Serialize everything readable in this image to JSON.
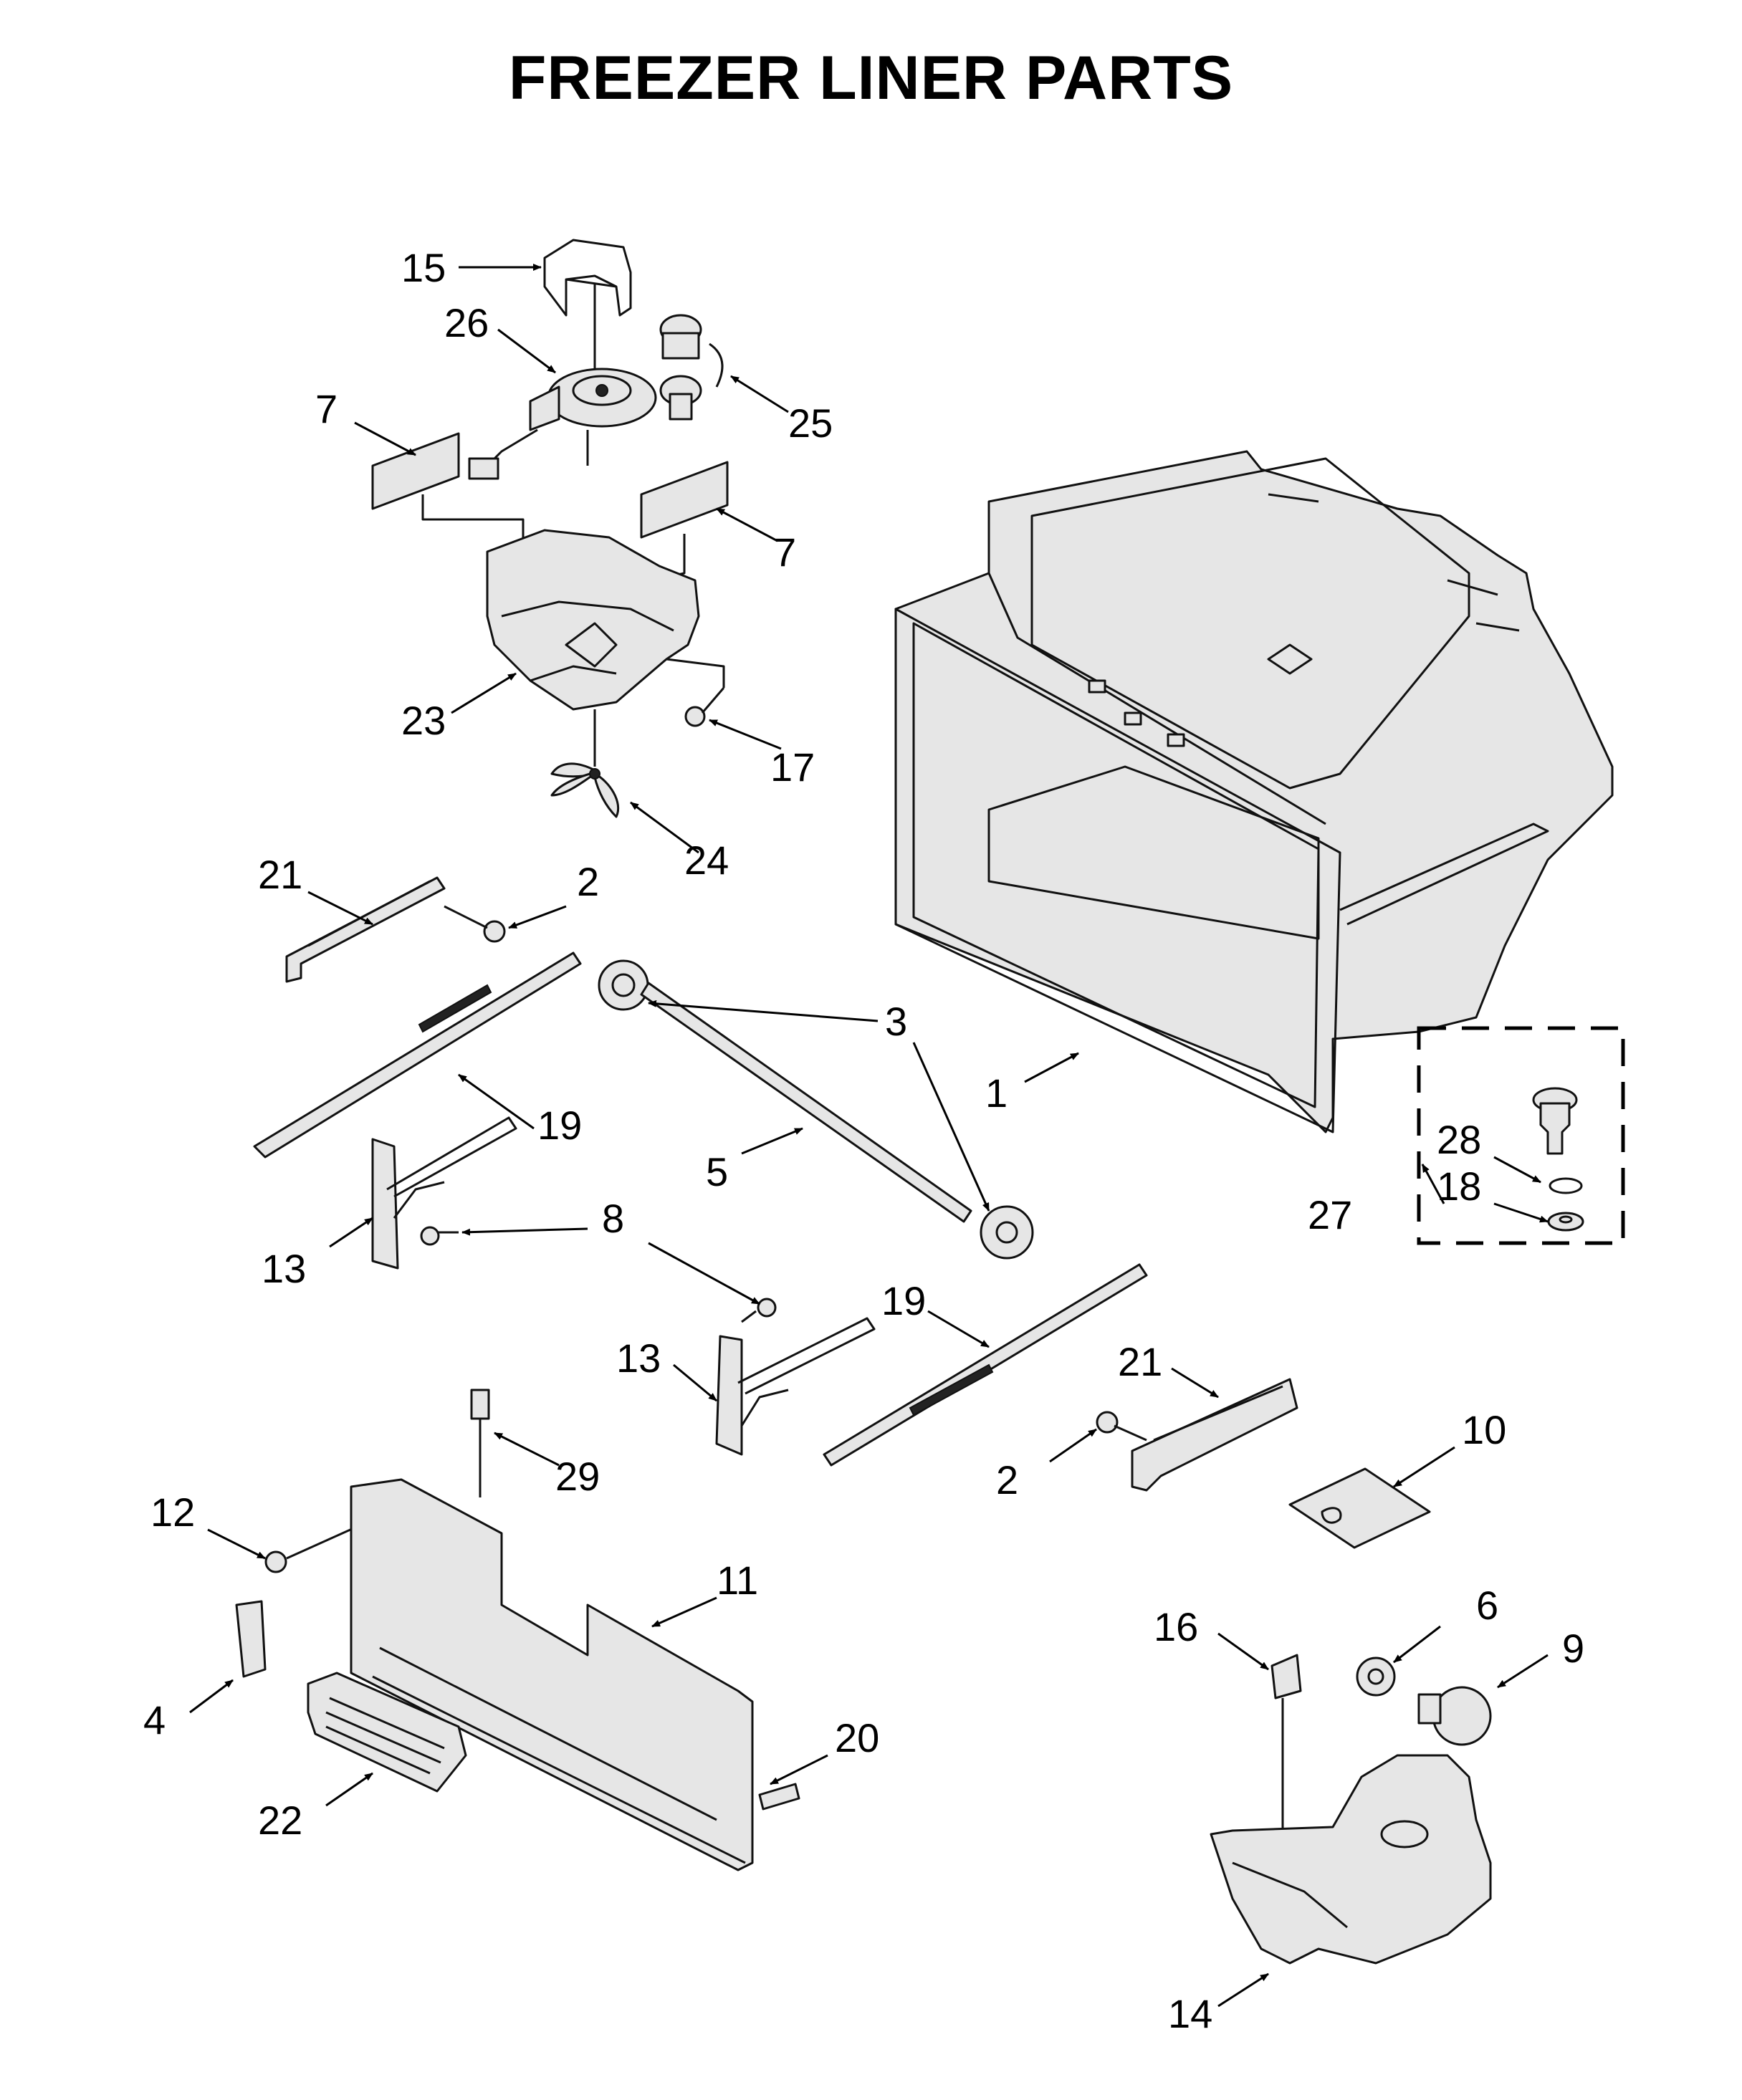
{
  "title": "FREEZER LINER PARTS",
  "callouts": [
    {
      "id": "c1",
      "text": "1"
    },
    {
      "id": "c2a",
      "text": "2"
    },
    {
      "id": "c2b",
      "text": "2"
    },
    {
      "id": "c3",
      "text": "3"
    },
    {
      "id": "c4",
      "text": "4"
    },
    {
      "id": "c5",
      "text": "5"
    },
    {
      "id": "c6",
      "text": "6"
    },
    {
      "id": "c7a",
      "text": "7"
    },
    {
      "id": "c7b",
      "text": "7"
    },
    {
      "id": "c8",
      "text": "8"
    },
    {
      "id": "c9",
      "text": "9"
    },
    {
      "id": "c10",
      "text": "10"
    },
    {
      "id": "c11",
      "text": "11"
    },
    {
      "id": "c12",
      "text": "12"
    },
    {
      "id": "c13a",
      "text": "13"
    },
    {
      "id": "c13b",
      "text": "13"
    },
    {
      "id": "c14",
      "text": "14"
    },
    {
      "id": "c15",
      "text": "15"
    },
    {
      "id": "c16",
      "text": "16"
    },
    {
      "id": "c17",
      "text": "17"
    },
    {
      "id": "c18",
      "text": "18"
    },
    {
      "id": "c19a",
      "text": "19"
    },
    {
      "id": "c19b",
      "text": "19"
    },
    {
      "id": "c20",
      "text": "20"
    },
    {
      "id": "c21a",
      "text": "21"
    },
    {
      "id": "c21b",
      "text": "21"
    },
    {
      "id": "c22",
      "text": "22"
    },
    {
      "id": "c23",
      "text": "23"
    },
    {
      "id": "c24",
      "text": "24"
    },
    {
      "id": "c25",
      "text": "25"
    },
    {
      "id": "c26",
      "text": "26"
    },
    {
      "id": "c27",
      "text": "27"
    },
    {
      "id": "c28",
      "text": "28"
    },
    {
      "id": "c29",
      "text": "29"
    }
  ]
}
